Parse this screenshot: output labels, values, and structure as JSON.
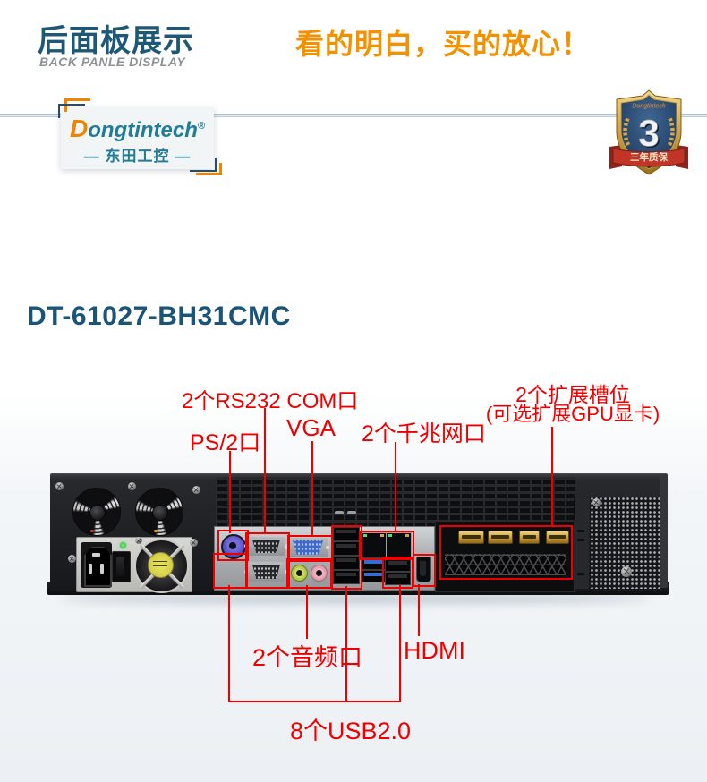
{
  "header": {
    "title_cn": "后面板展示",
    "title_en": "BACK PANLE DISPLAY",
    "slogan": "看的明白，买的放心！"
  },
  "brand": {
    "logo_d": "D",
    "logo_rest": "ongtintech",
    "reg": "®",
    "logo_cn": "— 东田工控 —"
  },
  "badge": {
    "brand": "Dongtintech",
    "number": "3",
    "ribbon": "三年质保"
  },
  "product": {
    "model": "DT-61027-BH31CMC"
  },
  "annotations": {
    "com": "2个RS232 COM口",
    "ps2": "PS/2口",
    "vga": "VGA",
    "lan": "2个千兆网口",
    "slots_line1": "2个扩展槽位",
    "slots_line2": "(可选扩展GPU显卡)",
    "audio": "2个音频口",
    "hdmi": "HDMI",
    "usb": "8个USB2.0"
  },
  "colors": {
    "annotation_red": "#ee0000",
    "accent_orange": "#f08300",
    "brand_teal": "#217c98",
    "title_blue": "#1d5876",
    "model_blue": "#1a5479",
    "badge_navy": "#27466b",
    "ribbon_red": "#c03527"
  }
}
